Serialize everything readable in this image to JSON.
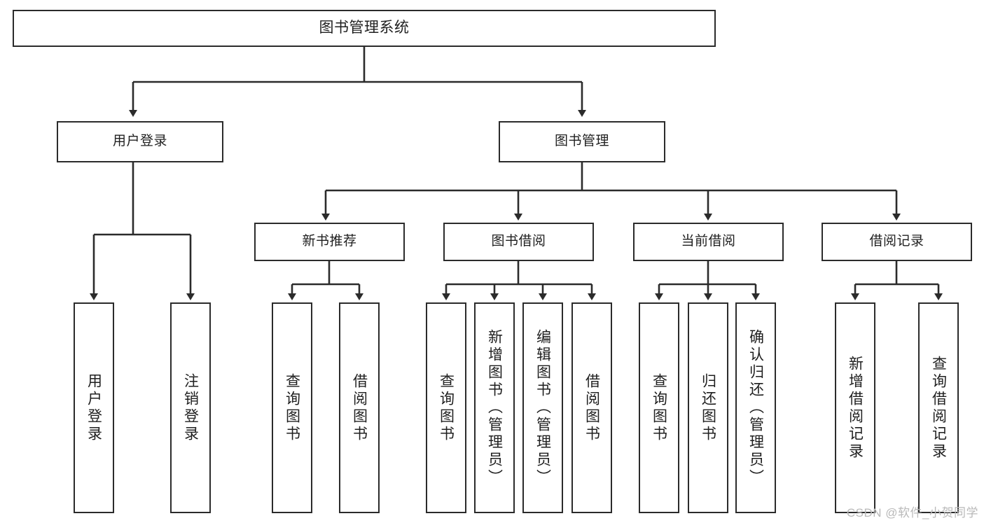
{
  "diagram": {
    "title": "图书管理系统",
    "type": "tree-hierarchy",
    "watermark": "CSDN @软件_小贺同学",
    "colors": {
      "stroke": "#2b2b2b",
      "fill": "#ffffff",
      "text": "#1f1f1f",
      "watermark": "#b9b9b9"
    },
    "root": {
      "label": "图书管理系统"
    },
    "level2": [
      {
        "label": "用户登录"
      },
      {
        "label": "图书管理"
      }
    ],
    "level3": [
      {
        "label": "新书推荐"
      },
      {
        "label": "图书借阅"
      },
      {
        "label": "当前借阅"
      },
      {
        "label": "借阅记录"
      }
    ],
    "leaves": [
      {
        "label": "用户登录",
        "parent": "用户登录"
      },
      {
        "label": "注销登录",
        "parent": "用户登录"
      },
      {
        "label": "查询图书",
        "parent": "新书推荐"
      },
      {
        "label": "借阅图书",
        "parent": "新书推荐"
      },
      {
        "label": "查询图书",
        "parent": "图书借阅"
      },
      {
        "label": "新增图书（管理员）",
        "parent": "图书借阅"
      },
      {
        "label": "编辑图书（管理员）",
        "parent": "图书借阅"
      },
      {
        "label": "借阅图书",
        "parent": "图书借阅"
      },
      {
        "label": "查询图书",
        "parent": "当前借阅"
      },
      {
        "label": "归还图书",
        "parent": "当前借阅"
      },
      {
        "label": "确认归还（管理员）",
        "parent": "当前借阅"
      },
      {
        "label": "新增借阅记录",
        "parent": "借阅记录"
      },
      {
        "label": "查询借阅记录",
        "parent": "借阅记录"
      }
    ]
  }
}
